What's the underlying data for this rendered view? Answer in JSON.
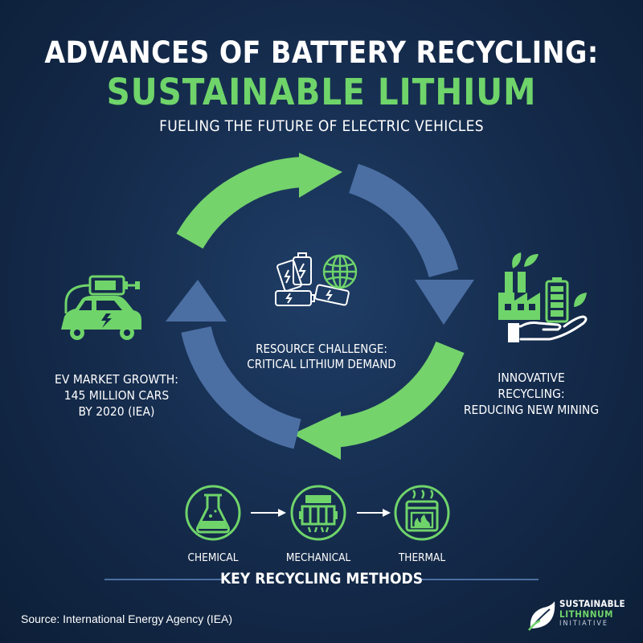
{
  "header": {
    "title_line1": "ADVANCES OF BATTERY RECYCLING:",
    "title_line2": "SUSTAINABLE LITHIUM",
    "subtitle": "FUELING THE FUTURE OF ELECTRIC VEHICLES"
  },
  "left_panel": {
    "line1": "EV MARKET GROWTH:",
    "line2": "145 MILLION CARS",
    "line3": "BY 2020 (IEA)",
    "icon": "electric-car-charging-icon"
  },
  "center_panel": {
    "line1": "RESOURCE CHALLENGE:",
    "line2": "CRITICAL LITHIUM DEMAND",
    "icon": "batteries-globe-icon"
  },
  "right_panel": {
    "line1": "INNOVATIVE",
    "line2": "RECYCLING:",
    "line3": "REDUCING NEW MINING",
    "icon": "factory-battery-hand-icon"
  },
  "methods": {
    "items": [
      {
        "label": "CHEMICAL",
        "icon": "flask-icon"
      },
      {
        "label": "MECHANICAL",
        "icon": "shredder-icon"
      },
      {
        "label": "THERMAL",
        "icon": "furnace-icon"
      }
    ],
    "heading": "KEY RECYCLING METHODS"
  },
  "footer": {
    "source": "Source: International Energy Agency (IEA)",
    "logo_line1": "SUSTAINABLE",
    "logo_line2": "LITHNNUM",
    "logo_line3": "INITIATIVE"
  },
  "colors": {
    "background": "#142a4a",
    "green": "#6fd46a",
    "blue": "#4b6fa3",
    "white": "#ffffff"
  }
}
